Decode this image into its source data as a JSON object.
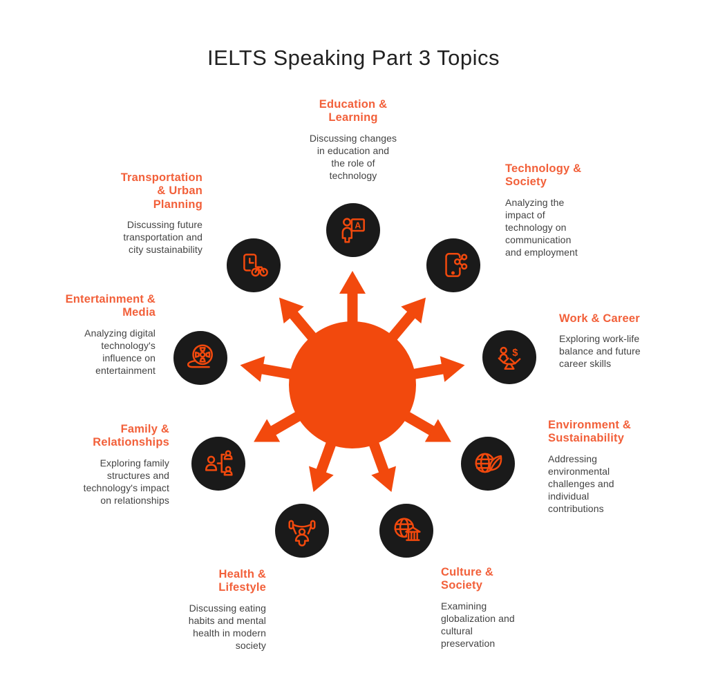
{
  "title": "IELTS Speaking Part 3 Topics",
  "colors": {
    "background": "#FFFFFF",
    "accent": "#F2490D",
    "heading": "#F2603A",
    "body_text": "#424242",
    "node_bg": "#1A1A1A",
    "title_text": "#212121"
  },
  "diagram": {
    "type": "radial-topic-map",
    "center_shape": "sun-with-9-arrows"
  },
  "topics": [
    {
      "id": "education-learning",
      "title": "Education &\nLearning",
      "description": "Discussing changes\nin education and\nthe role of\ntechnology",
      "icon": "teacher-board-icon"
    },
    {
      "id": "technology-society",
      "title": "Technology &\nSociety",
      "description": "Analyzing the\nimpact of\ntechnology on\ncommunication\nand employment",
      "icon": "phone-share-icon"
    },
    {
      "id": "work-career",
      "title": "Work & Career",
      "description": "Exploring work-life\nbalance and future\ncareer skills",
      "icon": "balance-scale-icon"
    },
    {
      "id": "environment-sustainability",
      "title": "Environment &\nSustainability",
      "description": "Addressing\nenvironmental\nchallenges and\nindividual\ncontributions",
      "icon": "globe-leaf-icon"
    },
    {
      "id": "culture-society",
      "title": "Culture &\nSociety",
      "description": "Examining\nglobalization and\ncultural\npreservation",
      "icon": "globe-museum-icon"
    },
    {
      "id": "health-lifestyle",
      "title": "Health &\nLifestyle",
      "description": "Discussing eating\nhabits and mental\nhealth in modern\nsociety",
      "icon": "weightlifter-icon"
    },
    {
      "id": "family-relationships",
      "title": "Family &\nRelationships",
      "description": "Exploring family\nstructures and\ntechnology's impact\non relationships",
      "icon": "family-tree-icon"
    },
    {
      "id": "entertainment-media",
      "title": "Entertainment &\nMedia",
      "description": "Analyzing digital\ntechnology's\ninfluence on\nentertainment",
      "icon": "film-reel-icon"
    },
    {
      "id": "transportation-urban-planning",
      "title": "Transportation\n& Urban\nPlanning",
      "description": "Discussing future\ntransportation and\ncity sustainability",
      "icon": "bicycle-station-icon"
    }
  ]
}
